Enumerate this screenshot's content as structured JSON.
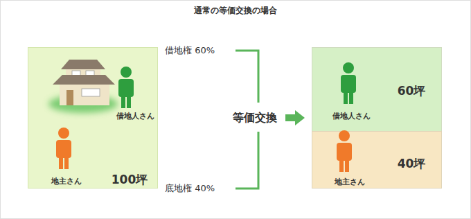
{
  "diagram": {
    "title": "通常の等価交換の場合",
    "nodes": [
      {
        "text": [
          "借地人さん",
          "地主さん",
          "100坪"
        ]
      },
      {
        "text": [
          "60坪",
          "借地人さん"
        ]
      },
      {
        "text": [
          "40坪",
          "地主さん"
        ]
      }
    ],
    "labels": [
      "借地権 60%",
      "底地権 40%",
      "等価交換"
    ]
  }
}
